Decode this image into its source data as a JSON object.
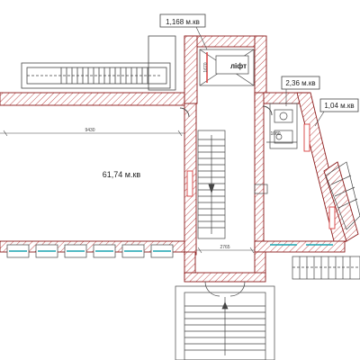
{
  "labels": {
    "lift_area": "1,168 м.кв",
    "lift": "ліфт",
    "wc_area": "2,36 м.кв",
    "corridor_area": "1,04 м.кв",
    "hall_area": "61,74 м.кв"
  },
  "dimensions": {
    "hall_length": "9430",
    "lift_height": "1670",
    "wc_width": "1080",
    "stair_width": "2765"
  },
  "colors": {
    "wall_stroke": "#8b1a1a",
    "wall_hatch": "#c05050",
    "line": "#444444",
    "window": "#1aa3b0",
    "door": "#d84040"
  }
}
